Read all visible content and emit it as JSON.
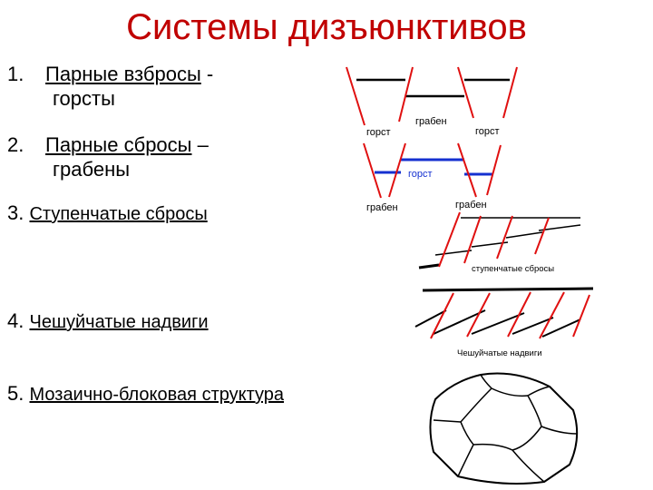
{
  "title": "Системы дизъюнктивов",
  "items": [
    {
      "num": "1.",
      "main": "Парные взбросы",
      "tail": " -",
      "cont": "горсты"
    },
    {
      "num": "2.",
      "main": "Парные сбросы",
      "tail": " –",
      "cont": "грабены"
    },
    {
      "num": "3.",
      "main": "Ступенчатые сбросы"
    },
    {
      "num": "4.",
      "main": "Чешуйчатые надвиги"
    },
    {
      "num": "5.",
      "main": "Мозаично-блоковая структура"
    }
  ],
  "figures": {
    "horst_graben": {
      "left_label": "горст",
      "middle_label": "грабен",
      "right_label": "горст"
    },
    "graben_horst": {
      "left_label": "грабен",
      "middle_label": "горст",
      "right_label": "грабен"
    },
    "step_faults_caption": "ступенчатые сбросы",
    "imbricate_caption": "Чешуйчатые надвиги"
  },
  "colors": {
    "title": "#c00000",
    "fault": "#e01010",
    "blue_block": "#1530d0"
  }
}
